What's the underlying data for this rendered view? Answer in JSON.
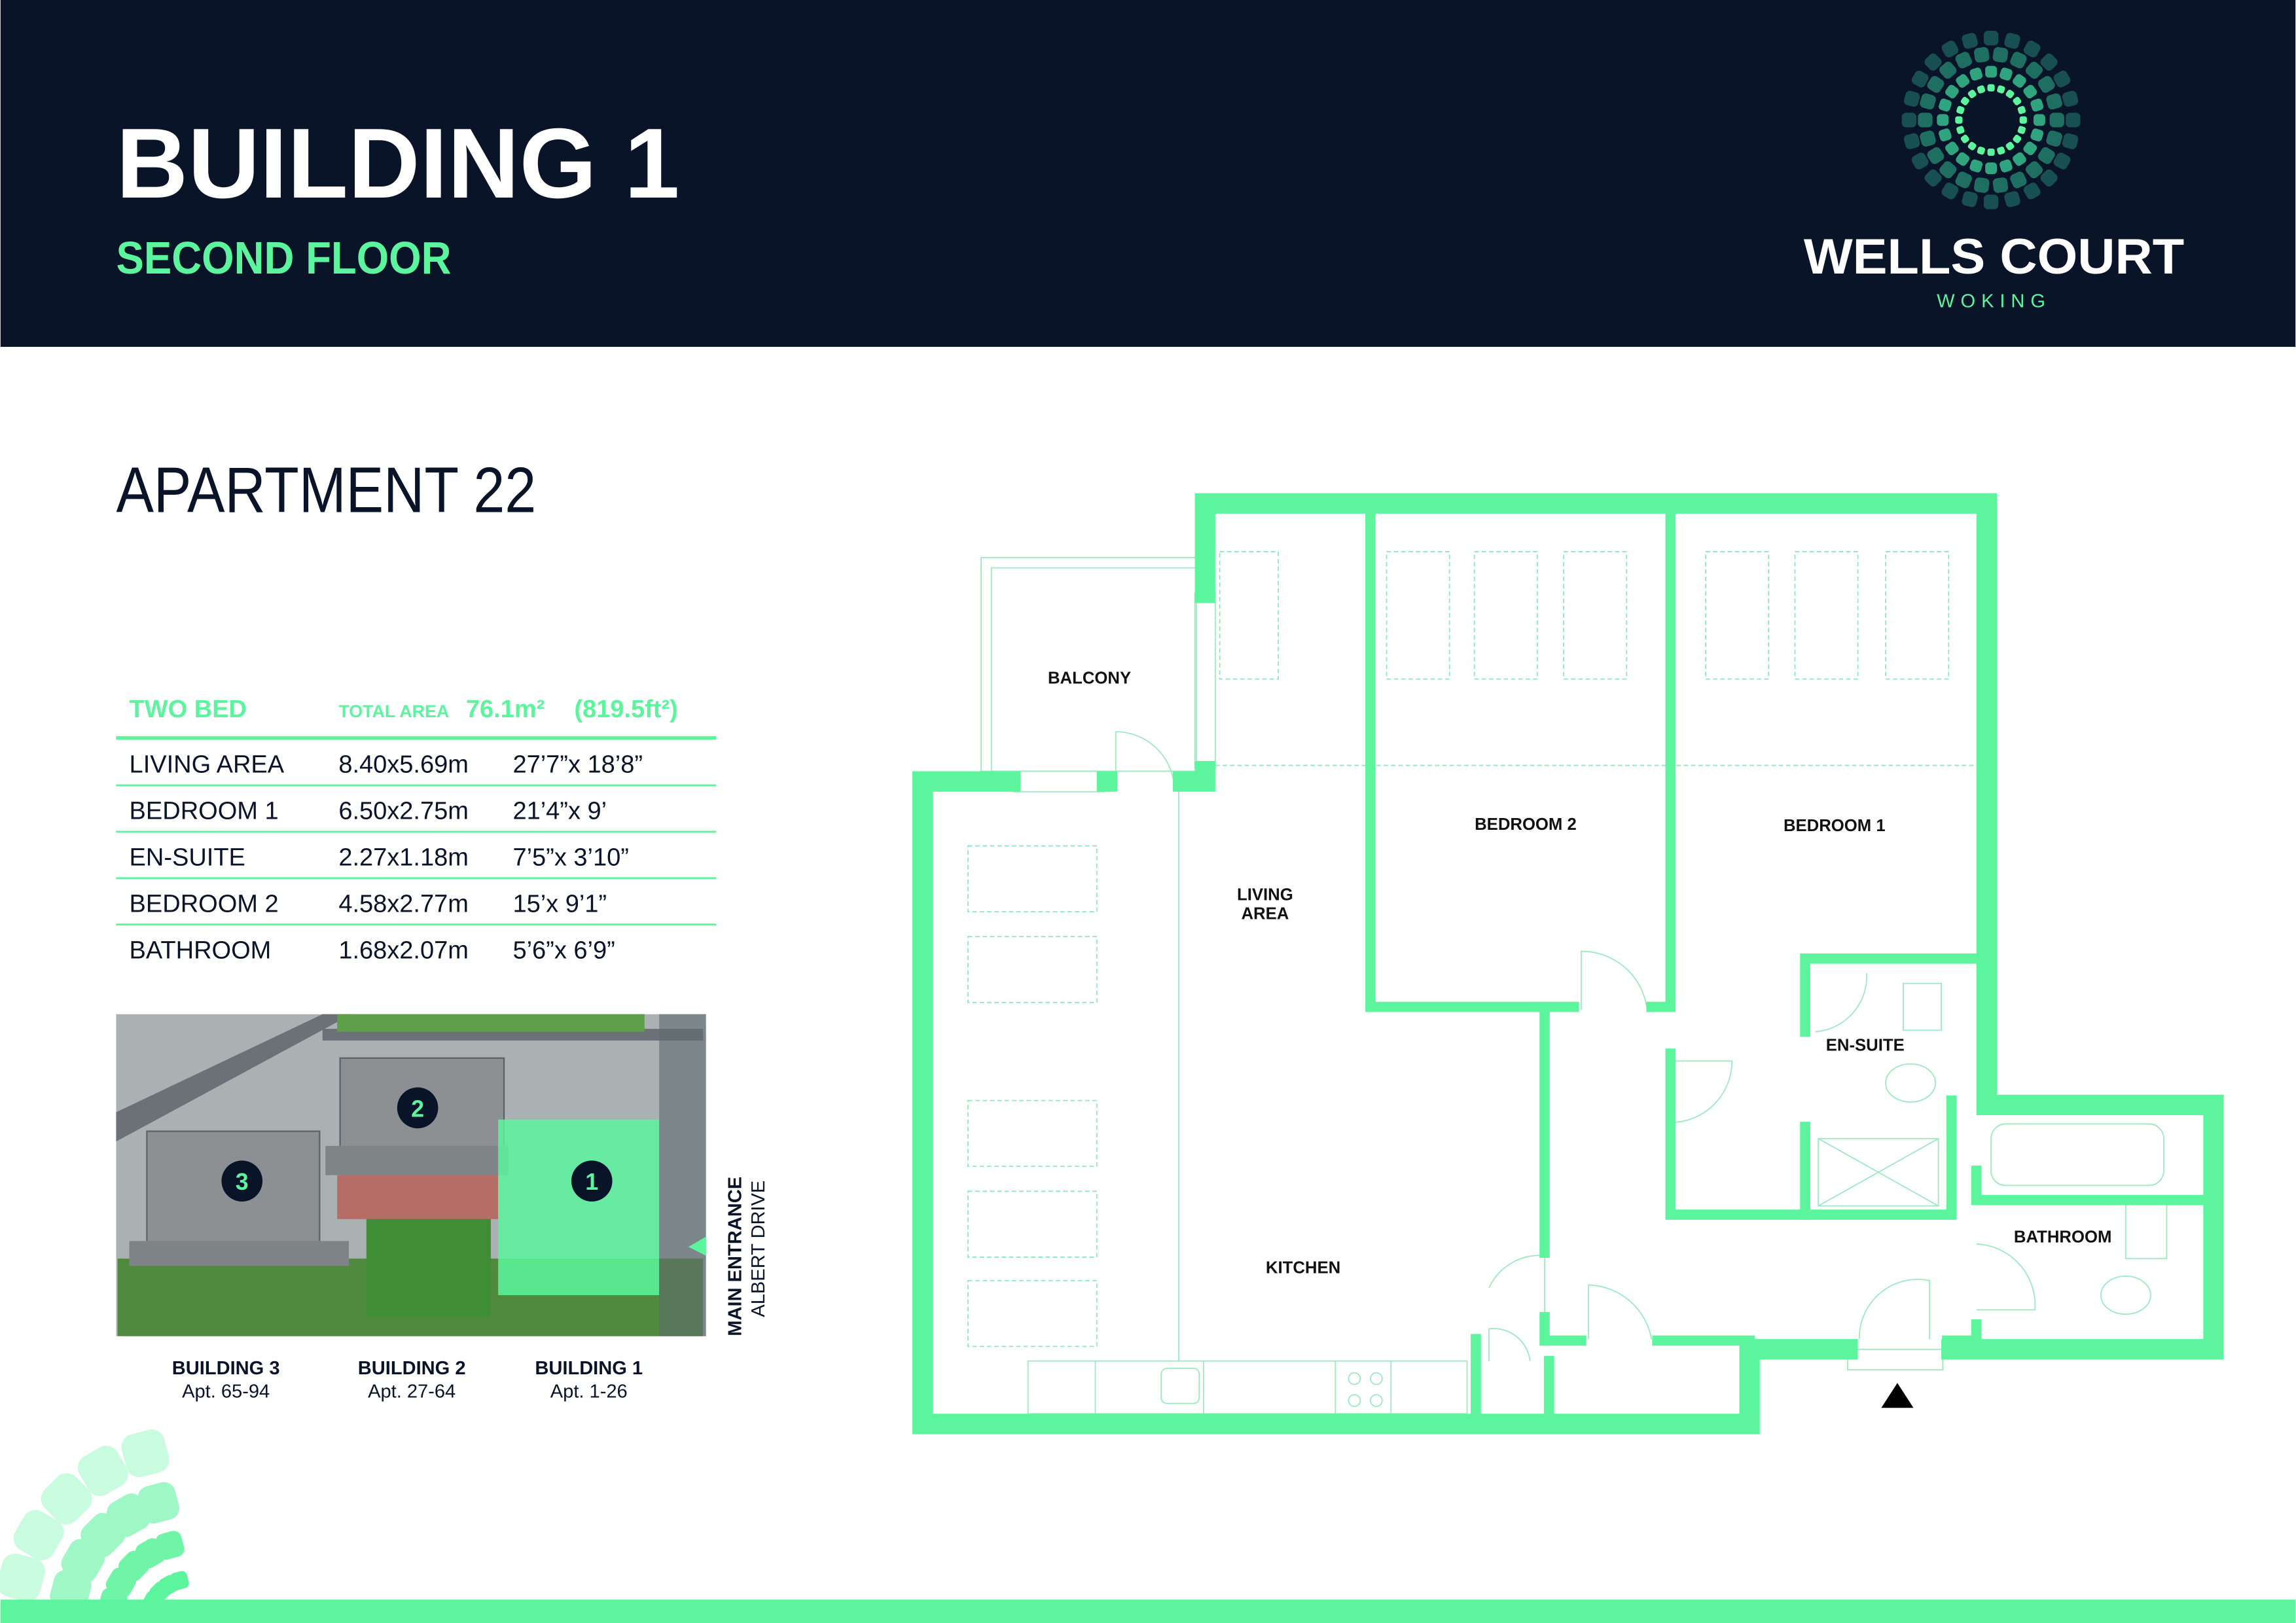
{
  "header": {
    "title": "BUILDING 1",
    "subtitle": "SECOND FLOOR"
  },
  "brand": {
    "name": "WELLS COURT",
    "location": "WOKING",
    "logo_icon": "tile-rings-logo"
  },
  "apartment": {
    "title": "APARTMENT 22"
  },
  "specs": {
    "type": "TWO BED",
    "total_area_label": "TOTAL AREA",
    "total_area_m2": "76.1m²",
    "total_area_ft2": "(819.5ft²)",
    "rows": [
      {
        "room": "LIVING AREA",
        "metric": "8.40x5.69m",
        "imperial": "27’7”x 18’8”"
      },
      {
        "room": "BEDROOM 1",
        "metric": "6.50x2.75m",
        "imperial": "21’4”x 9’"
      },
      {
        "room": "EN-SUITE",
        "metric": "2.27x1.18m",
        "imperial": "7’5”x 3’10”"
      },
      {
        "room": "BEDROOM 2",
        "metric": "4.58x2.77m",
        "imperial": "15’x 9’1”"
      },
      {
        "room": "BATHROOM",
        "metric": "1.68x2.07m",
        "imperial": "5’6”x 6’9”"
      }
    ]
  },
  "site": {
    "markers": [
      "1",
      "2",
      "3"
    ],
    "entrance_label": "MAIN ENTRANCE",
    "entrance_street": "ALBERT DRIVE",
    "buildings": [
      {
        "name": "BUILDING 3",
        "apts": "Apt. 65-94"
      },
      {
        "name": "BUILDING 2",
        "apts": "Apt. 27-64"
      },
      {
        "name": "BUILDING 1",
        "apts": "Apt. 1-26"
      }
    ]
  },
  "floorplan": {
    "rooms": {
      "balcony": "BALCONY",
      "living1": "LIVING",
      "living2": "AREA",
      "bedroom2": "BEDROOM 2",
      "bedroom1": "BEDROOM 1",
      "ensuite": "EN-SUITE",
      "bathroom": "BATHROOM",
      "kitchen": "KITCHEN"
    },
    "entrance_icon": "entrance-triangle"
  },
  "colors": {
    "navy": "#0a1429",
    "accent": "#5cf59e"
  }
}
